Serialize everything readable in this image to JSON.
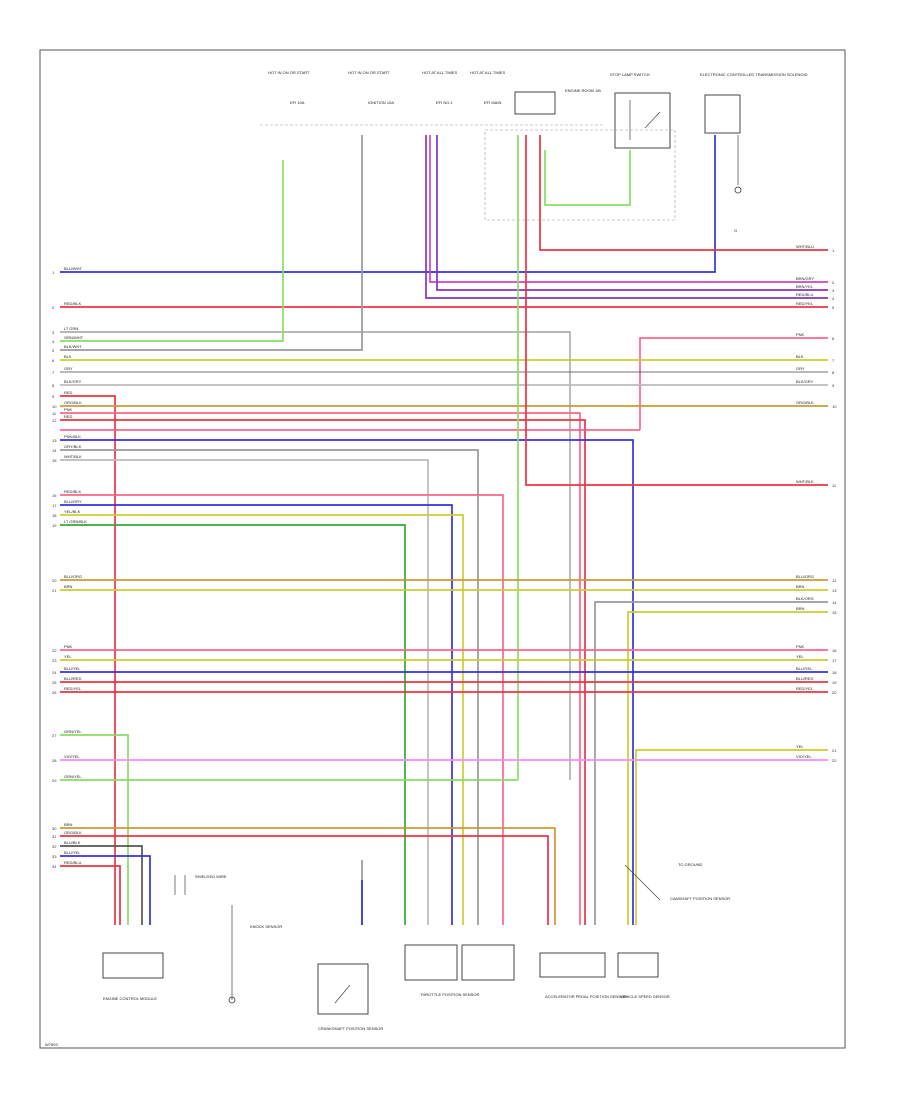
{
  "diagram_id": "W7893",
  "components": {
    "top_fuse_1": "HOT IN ON OR START",
    "top_fuse_2": "HOT IN ON OR START",
    "top_fuse_3": "HOT AT ALL TIMES",
    "top_fuse_4": "HOT AT ALL TIMES",
    "fuse_a": "EFI 10A",
    "fuse_b": "IGNITION 10A",
    "fuse_c": "EFI NO.1",
    "fuse_d": "EFI MAIN",
    "junction_block": "ENGINE ROOM J/B",
    "top_switch": "STOP LAMP SWITCH",
    "top_right": "ELECTRONIC CONTROLLED TRANSMISSION SOLENOID",
    "ground_note": "G",
    "throttle_label": "THROTTLE POSITION SENSOR",
    "accel_sensor": "ACCELERATOR PEDAL POSITION SENSOR",
    "crank_sensor": "CRANKSHAFT POSITION SENSOR",
    "cam_sensor": "CAMSHAFT POSITION SENSOR",
    "ecm_box": "ENGINE CONTROL MODULE",
    "knock_sensor": "KNOCK SENSOR",
    "speed_sensor": "VEHICLE SPEED SENSOR",
    "right_ground": "TO GROUND",
    "shield_note": "SHIELDED WIRE"
  },
  "wire_labels_left": [
    "BLU/WHT",
    "RED/BLK",
    "LT GRN",
    "GRN/WHT",
    "BLK/WHT",
    "BLK",
    "GRY",
    "BLK/GRY",
    "RED",
    "ORG/BLK",
    "PNK",
    "RED",
    "PNK/BLK",
    "GRY/BLK",
    "WHT/BLK",
    "RED/BLK",
    "BLU/GRY",
    "YEL/BLK",
    "LT GRN/BLK",
    "BLU/ORG",
    "BRN",
    "PNK",
    "YEL",
    "BLU/YEL",
    "BLU/RED",
    "RED/YEL",
    "GRN/YEL",
    "VIO/YEL",
    "GRN/YEL",
    "BRN",
    "ORG/BLK",
    "BLU/BLK",
    "BLU/YEL",
    "RED/BLU"
  ],
  "wire_labels_right": [
    "WHT/BLU",
    "BRN/GRY",
    "BRN/YEL",
    "RED/BLU",
    "RED/YEL",
    "PNK",
    "BLK",
    "GRY",
    "BLK/GRY",
    "ORG/BLK",
    "WHT/BLK",
    "BLU/ORG",
    "BRN",
    "BLK/ORG",
    "BRN",
    "PNK",
    "YEL",
    "BLU/YEL",
    "BLU/RED",
    "RED/YEL",
    "YEL",
    "VIO/YEL"
  ],
  "pin_numbers_left": [
    "1",
    "2",
    "3",
    "4",
    "5",
    "6",
    "7",
    "8",
    "9",
    "10",
    "11",
    "12",
    "13",
    "14",
    "15",
    "16",
    "17",
    "18",
    "19",
    "20",
    "21",
    "22",
    "23",
    "24",
    "25",
    "26",
    "27",
    "28",
    "29",
    "30",
    "31",
    "32",
    "33",
    "34"
  ],
  "pin_numbers_right": [
    "1",
    "2",
    "3",
    "4",
    "5",
    "6",
    "7",
    "8",
    "9",
    "10",
    "11",
    "12",
    "13",
    "14",
    "15",
    "16",
    "17",
    "18",
    "19",
    "20",
    "21",
    "22"
  ],
  "colors": {
    "blue": "#3333dd",
    "red": "#ee3344",
    "pink": "#ff6688",
    "green": "#33aa33",
    "light_green": "#88dd66",
    "yellow": "#cccc33",
    "orange": "#cc9933",
    "gray": "#999999",
    "dark": "#333333",
    "violet": "#cc44cc",
    "purple": "#8833bb"
  }
}
